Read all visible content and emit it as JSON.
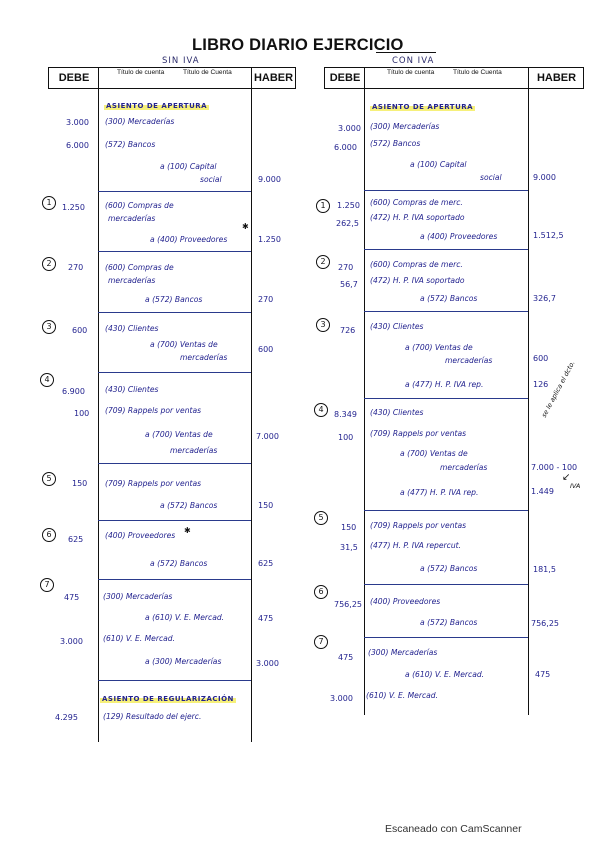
{
  "title": "LIBRO DIARIO EJERCICIO",
  "left_subtitle": "SIN IVA",
  "right_subtitle": "CON IVA",
  "headers": {
    "debe": "DEBE",
    "titulo1": "Título de cuenta",
    "titulo2": "Título de Cuenta",
    "haber": "HABER"
  },
  "left": {
    "apertura_label": "ASIENTO DE APERTURA",
    "e0": {
      "d1": "3.000",
      "a1": "(300) Mercaderías",
      "d2": "6.000",
      "a2": "(572) Bancos",
      "a3": "a (100) Capital",
      "a3b": "social",
      "h1": "9.000"
    },
    "e1": {
      "n": "1",
      "d1": "1.250",
      "a1": "(600) Compras de",
      "a1b": "mercaderías",
      "a2": "a (400) Proveedores",
      "h1": "1.250"
    },
    "e2": {
      "n": "2",
      "d1": "270",
      "a1": "(600) Compras de",
      "a1b": "mercaderías",
      "a2": "a (572) Bancos",
      "h1": "270"
    },
    "e3": {
      "n": "3",
      "d1": "600",
      "a1": "(430) Clientes",
      "a2": "a (700) Ventas de",
      "a2b": "mercaderías",
      "h1": "600"
    },
    "e4": {
      "n": "4",
      "d1": "6.900",
      "a1": "(430) Clientes",
      "d2": "100",
      "a2": "(709) Rappels por ventas",
      "a3": "a (700) Ventas de",
      "a3b": "mercaderías",
      "h1": "7.000"
    },
    "e5": {
      "n": "5",
      "d1": "150",
      "a1": "(709) Rappels por ventas",
      "a2": "a (572) Bancos",
      "h1": "150"
    },
    "e6": {
      "n": "6",
      "d1": "625",
      "a1": "(400) Proveedores",
      "a2": "a (572) Bancos",
      "h1": "625"
    },
    "e7": {
      "n": "7",
      "d1": "475",
      "a1": "(300) Mercaderías",
      "a2": "a (610) V. E. Mercad.",
      "h1": "475",
      "d2": "3.000",
      "a3": "(610) V. E. Mercad.",
      "a4": "a (300) Mercaderías",
      "h2": "3.000"
    },
    "regularizacion_label": "ASIENTO DE REGULARIZACIÓN",
    "e8": {
      "d1": "4.295",
      "a1": "(129) Resultado del ejerc."
    }
  },
  "right": {
    "apertura_label": "ASIENTO DE APERTURA",
    "e0": {
      "d1": "3.000",
      "a1": "(300) Mercaderías",
      "d2": "6.000",
      "a2": "(572) Bancos",
      "a3": "a (100) Capital",
      "a3b": "social",
      "h1": "9.000"
    },
    "e1": {
      "n": "1",
      "d1": "1.250",
      "a1": "(600) Compras de merc.",
      "d2": "262,5",
      "a2": "(472) H. P. IVA soportado",
      "a3": "a (400) Proveedores",
      "h1": "1.512,5"
    },
    "e2": {
      "n": "2",
      "d1": "270",
      "a1": "(600) Compras de merc.",
      "d2": "56,7",
      "a2": "(472) H. P. IVA soportado",
      "a3": "a (572) Bancos",
      "h1": "326,7"
    },
    "e3": {
      "n": "3",
      "d1": "726",
      "a1": "(430) Clientes",
      "a2": "a (700) Ventas de",
      "a2b": "mercaderías",
      "h1": "600",
      "a3": "a (477) H. P. IVA rep.",
      "h2": "126"
    },
    "e4": {
      "n": "4",
      "d1": "8.349",
      "a1": "(430) Clientes",
      "d2": "100",
      "a2": "(709) Rappels por ventas",
      "a3": "a (700) Ventas de",
      "a3b": "mercaderías",
      "h1": "7.000 - 100",
      "a4": "a (477) H. P. IVA rep.",
      "h2": "1.449"
    },
    "note": "se le aplica el dcto.",
    "note_iva": "IVA",
    "e5": {
      "n": "5",
      "d1": "150",
      "a1": "(709) Rappels por ventas",
      "d2": "31,5",
      "a2": "(477) H. P. IVA repercut.",
      "a3": "a (572) Bancos",
      "h1": "181,5"
    },
    "e6": {
      "n": "6",
      "d1": "756,25",
      "a1": "(400) Proveedores",
      "a2": "a (572) Bancos",
      "h1": "756,25"
    },
    "e7": {
      "n": "7",
      "d1": "475",
      "a1": "(300) Mercaderías",
      "a2": "a (610) V. E. Mercad.",
      "h1": "475",
      "d2": "3.000",
      "a3": "(610) V. E. Mercad."
    }
  },
  "footer": "Escaneado con CamScanner"
}
